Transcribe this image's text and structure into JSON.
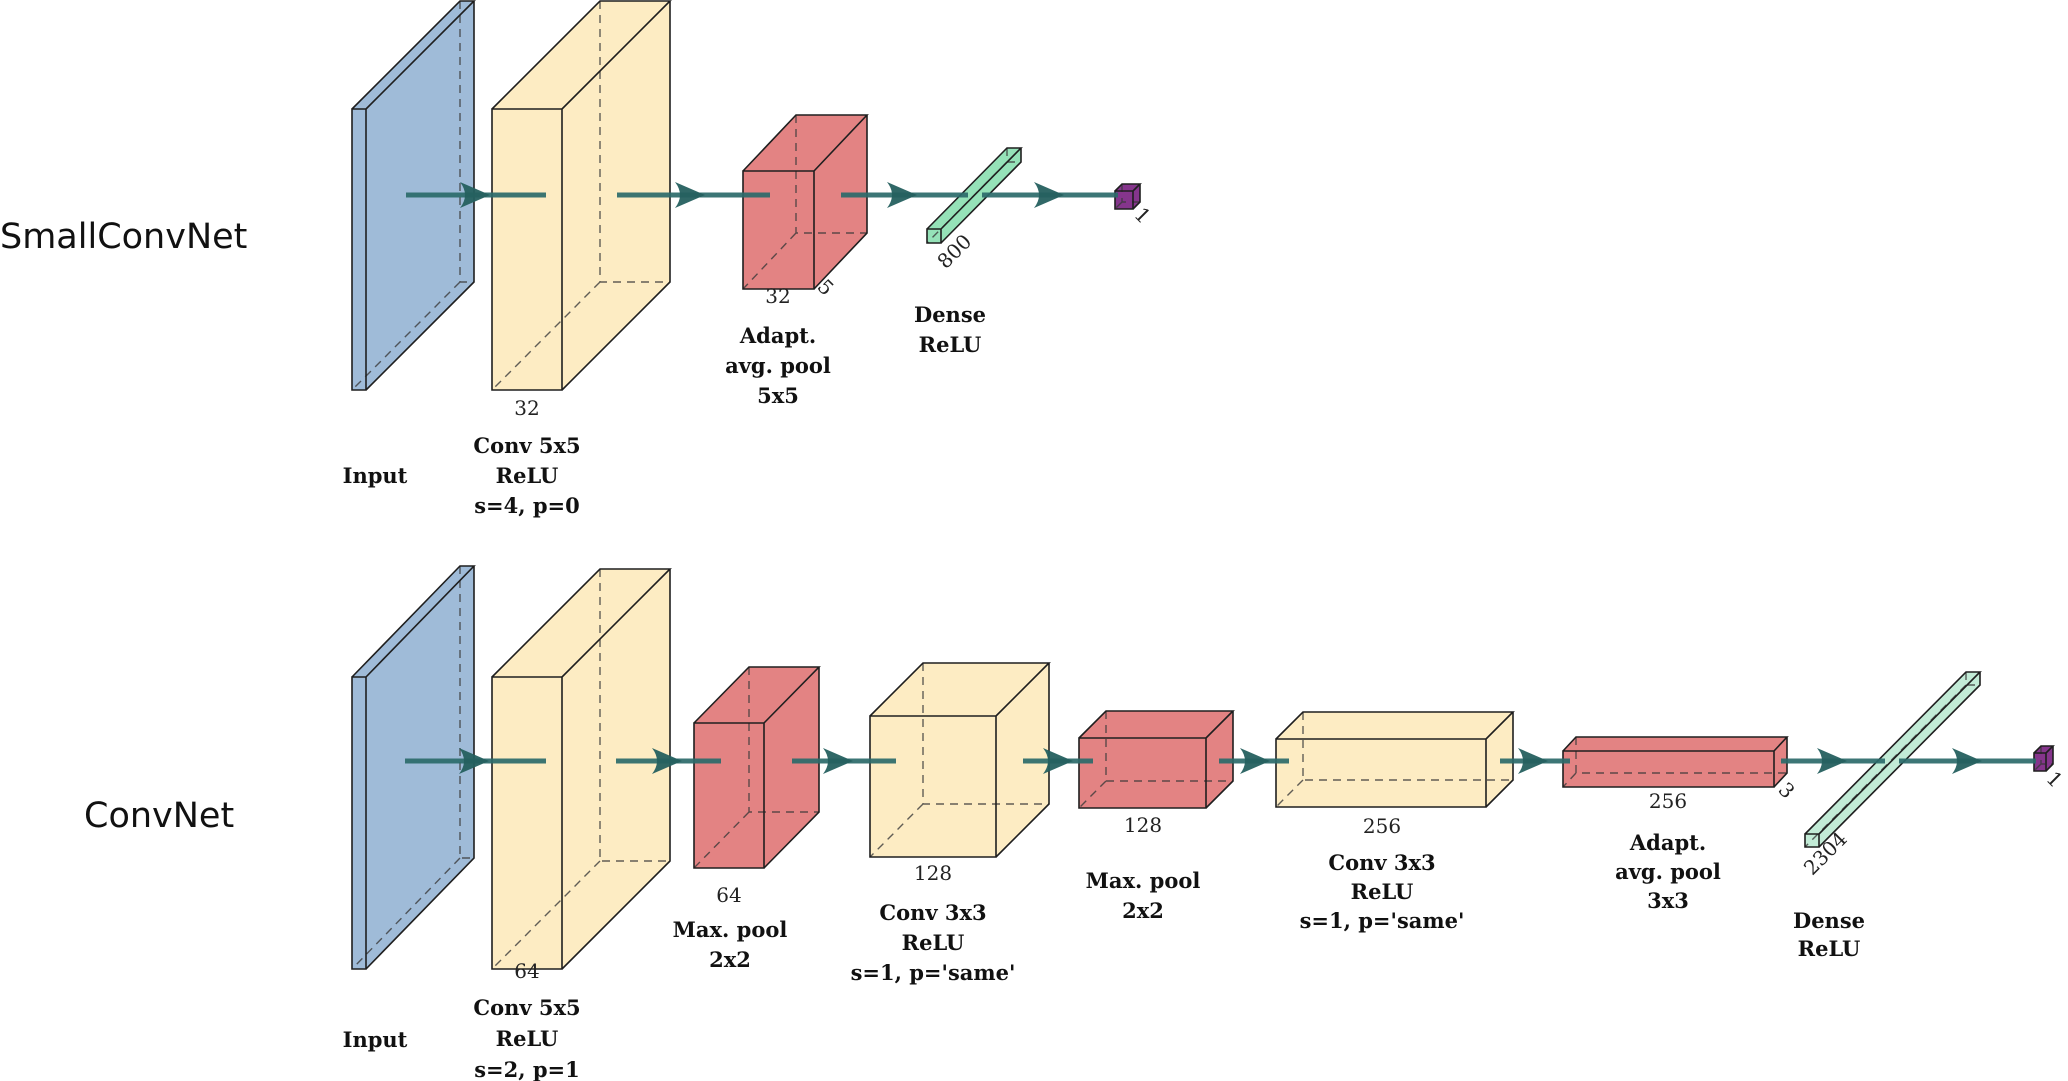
{
  "colors": {
    "input": "#9ab7d6",
    "conv": "#fdebc0",
    "pool": "#e27c7c",
    "dense": "#8fe0b4",
    "dense_light": "#bfead4",
    "output": "#7e2a86",
    "arrow": "#2c6b6b"
  },
  "networks": [
    {
      "name": "SmallConvNet",
      "layers": [
        {
          "id": "input",
          "type": "input",
          "dims": [],
          "label_lines": [
            "Input"
          ]
        },
        {
          "id": "conv1",
          "type": "conv",
          "dims": [
            "32"
          ],
          "label_lines": [
            "Conv 5x5",
            "ReLU",
            "s=4, p=0"
          ]
        },
        {
          "id": "pool1",
          "type": "pool",
          "dims": [
            "32",
            "5"
          ],
          "label_lines": [
            "Adapt.",
            "avg. pool",
            "5x5"
          ]
        },
        {
          "id": "dense1",
          "type": "dense",
          "dims": [
            "800"
          ],
          "label_lines": [
            "Dense",
            "ReLU"
          ]
        },
        {
          "id": "output",
          "type": "output",
          "dims": [
            "1"
          ],
          "label_lines": []
        }
      ]
    },
    {
      "name": "ConvNet",
      "layers": [
        {
          "id": "input",
          "type": "input",
          "dims": [],
          "label_lines": [
            "Input"
          ]
        },
        {
          "id": "conv1",
          "type": "conv",
          "dims": [
            "64"
          ],
          "label_lines": [
            "Conv 5x5",
            "ReLU",
            "s=2, p=1"
          ]
        },
        {
          "id": "pool1",
          "type": "pool",
          "dims": [
            "64"
          ],
          "label_lines": [
            "Max. pool",
            "2x2"
          ]
        },
        {
          "id": "conv2",
          "type": "conv",
          "dims": [
            "128"
          ],
          "label_lines": [
            "Conv 3x3",
            "ReLU",
            "s=1, p='same'"
          ]
        },
        {
          "id": "pool2",
          "type": "pool",
          "dims": [
            "128"
          ],
          "label_lines": [
            "Max. pool",
            "2x2"
          ]
        },
        {
          "id": "conv3",
          "type": "conv",
          "dims": [
            "256"
          ],
          "label_lines": [
            "Conv 3x3",
            "ReLU",
            "s=1, p='same'"
          ]
        },
        {
          "id": "pool3",
          "type": "pool",
          "dims": [
            "256",
            "3"
          ],
          "label_lines": [
            "Adapt.",
            "avg. pool",
            "3x3"
          ]
        },
        {
          "id": "dense1",
          "type": "dense_light",
          "dims": [
            "2304"
          ],
          "label_lines": [
            "Dense",
            "ReLU"
          ]
        },
        {
          "id": "output",
          "type": "output",
          "dims": [
            "1"
          ],
          "label_lines": []
        }
      ]
    }
  ]
}
